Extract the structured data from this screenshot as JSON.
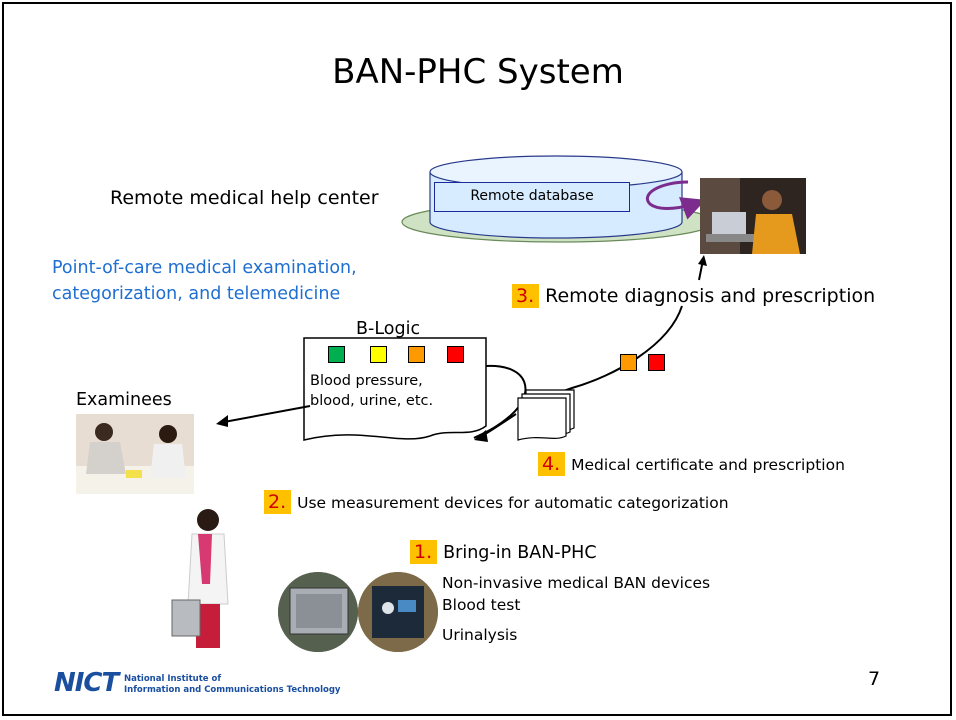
{
  "slide": {
    "title": "BAN-PHC System",
    "page_number": "7"
  },
  "labels": {
    "remote_center": "Remote medical help center",
    "remote_db": "Remote database",
    "point_of_care_line1": "Point-of-care medical examination,",
    "point_of_care_line2": "categorization, and telemedicine",
    "blogic": "B-Logic",
    "blogic_text_line1": "Blood pressure,",
    "blogic_text_line2": "blood, urine, etc.",
    "examinees": "Examinees"
  },
  "steps": [
    {
      "num": "3.",
      "text": "Remote diagnosis and prescription"
    },
    {
      "num": "4.",
      "text": "Medical certificate and prescription"
    },
    {
      "num": "2.",
      "text": "Use measurement devices for automatic categorization"
    },
    {
      "num": "1.",
      "text": "Bring-in BAN-PHC"
    }
  ],
  "devices": [
    "Non-invasive medical BAN devices",
    "Blood test",
    "Urinalysis"
  ],
  "logo": {
    "mark": "NICT",
    "line1": "National Institute of",
    "line2": "Information and Communications Technology"
  },
  "colors": {
    "step_bg": "#ffc000",
    "step_text": "#d00000",
    "blue_text": "#1f6fd1",
    "category_green": "#00b050",
    "category_yellow": "#ffff00",
    "category_orange": "#ff9900",
    "category_red": "#ff0000",
    "arrow_purple": "#7b2c8c"
  }
}
